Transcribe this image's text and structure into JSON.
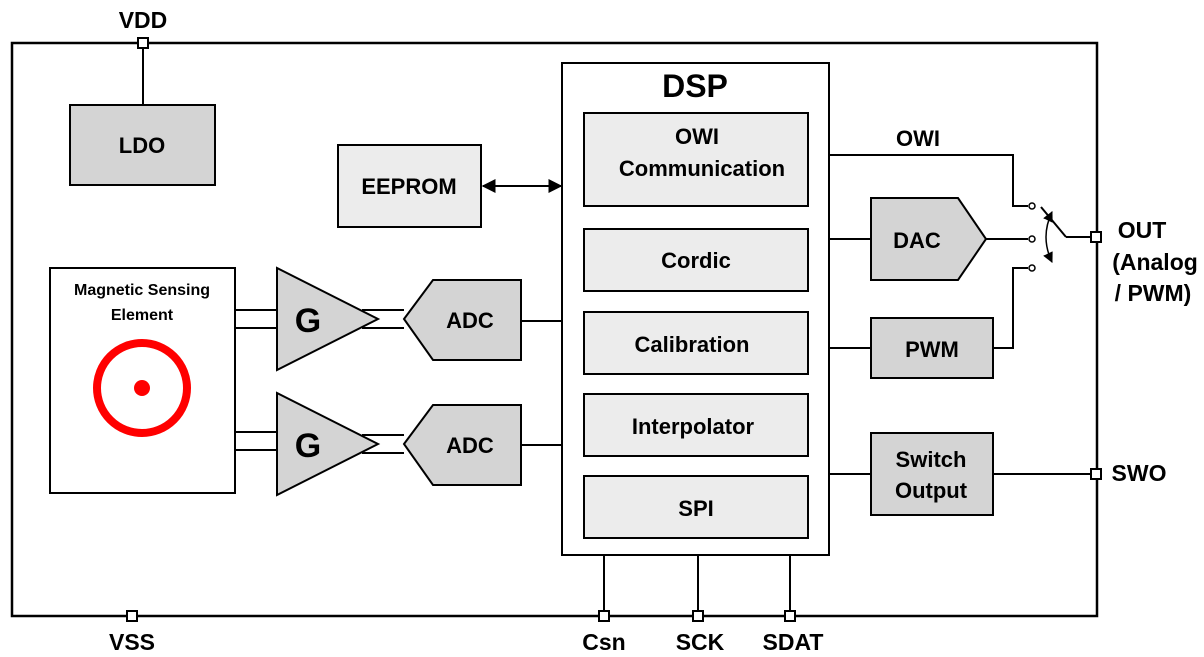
{
  "pins": {
    "vdd": "VDD",
    "vss": "VSS",
    "csn": "Csn",
    "sck": "SCK",
    "sdat": "SDAT",
    "swo": "SWO",
    "out_line1": "OUT",
    "out_line2": "(Analog",
    "out_line3": "/ PWM)"
  },
  "blocks": {
    "ldo": "LDO",
    "eeprom": "EEPROM",
    "sensor_line1": "Magnetic Sensing",
    "sensor_line2": "Element",
    "amp_gain": "G",
    "adc": "ADC",
    "dsp": "DSP",
    "owi_comm_line1": "OWI",
    "owi_comm_line2": "Communication",
    "cordic": "Cordic",
    "calibration": "Calibration",
    "interpolator": "Interpolator",
    "spi": "SPI",
    "dac": "DAC",
    "pwm": "PWM",
    "switch_output_line1": "Switch",
    "switch_output_line2": "Output"
  },
  "signals": {
    "owi": "OWI"
  },
  "colors": {
    "sensor_ring": "#ff0000",
    "block_dark": "#d4d4d4",
    "block_light": "#ececec"
  }
}
